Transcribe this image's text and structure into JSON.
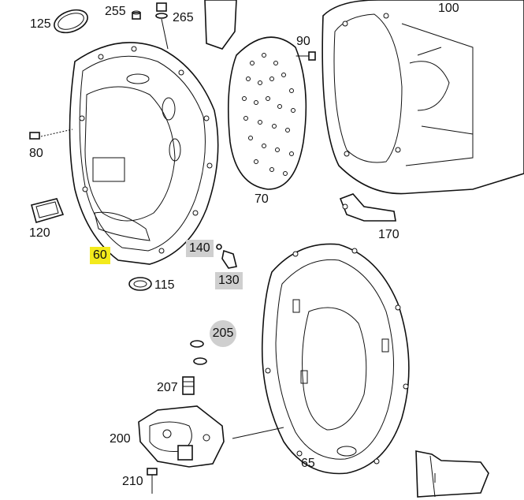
{
  "diagram": {
    "callouts": [
      {
        "id": "c125",
        "text": "125",
        "style": "plain"
      },
      {
        "id": "c255",
        "text": "255",
        "style": "plain"
      },
      {
        "id": "c265",
        "text": "265",
        "style": "plain"
      },
      {
        "id": "c100",
        "text": "100",
        "style": "plain"
      },
      {
        "id": "c90",
        "text": "90",
        "style": "plain"
      },
      {
        "id": "c80",
        "text": "80",
        "style": "plain"
      },
      {
        "id": "c70",
        "text": "70",
        "style": "plain"
      },
      {
        "id": "c120",
        "text": "120",
        "style": "plain"
      },
      {
        "id": "c170",
        "text": "170",
        "style": "plain"
      },
      {
        "id": "c60",
        "text": "60",
        "style": "yellow"
      },
      {
        "id": "c140",
        "text": "140",
        "style": "grey"
      },
      {
        "id": "c130",
        "text": "130",
        "style": "grey"
      },
      {
        "id": "c115",
        "text": "115",
        "style": "plain"
      },
      {
        "id": "c205",
        "text": "205",
        "style": "circle"
      },
      {
        "id": "c207",
        "text": "207",
        "style": "plain"
      },
      {
        "id": "c200",
        "text": "200",
        "style": "plain"
      },
      {
        "id": "c210",
        "text": "210",
        "style": "plain"
      },
      {
        "id": "c65",
        "text": "65",
        "style": "plain"
      }
    ],
    "colors": {
      "highlight_yellow": "#f3ea1c",
      "highlight_grey": "#cfcfcf",
      "line": "#111111"
    }
  }
}
